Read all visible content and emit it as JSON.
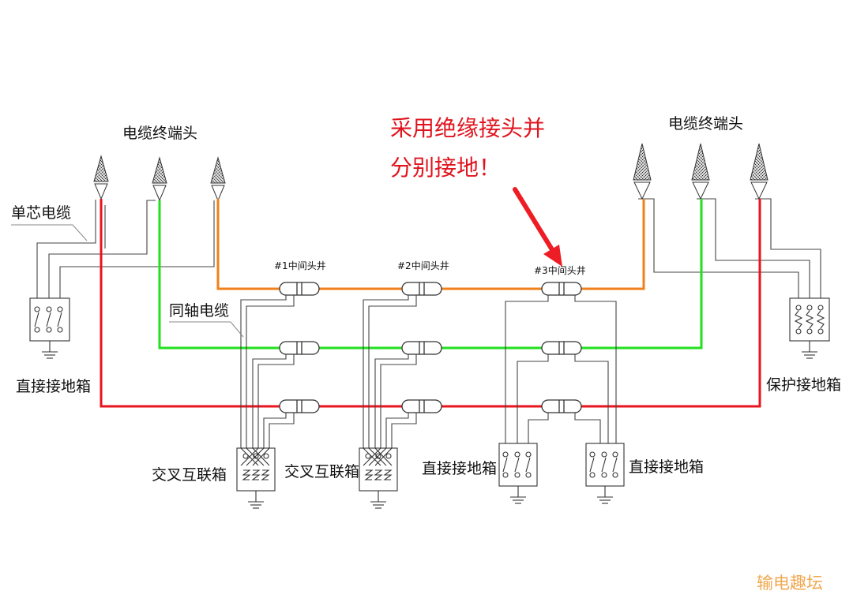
{
  "labels": {
    "terminal_left": "电缆终端头",
    "terminal_right": "电缆终端头",
    "single_core_cable": "单芯电缆",
    "coaxial_cable": "同轴电缆",
    "direct_ground_box_left": "直接接地箱",
    "protective_ground_box": "保护接地箱",
    "cross_bond_box_1": "交叉互联箱",
    "cross_bond_box_2": "交叉互联箱",
    "direct_ground_box_3a": "直接接地箱",
    "direct_ground_box_3b": "直接接地箱",
    "joint_pit_1": "#1中间头井",
    "joint_pit_2": "#2中间头井",
    "joint_pit_3": "#3中间头井"
  },
  "annotation": {
    "line1": "采用绝缘接头并",
    "line2": "分别接地！"
  },
  "watermark": "输电趣坛",
  "colors": {
    "phase_a": "#f0801a",
    "phase_b": "#22e01e",
    "phase_c": "#e8141e",
    "annotation": "#e0141e",
    "watermark": "#f0a850",
    "line": "#333333"
  }
}
